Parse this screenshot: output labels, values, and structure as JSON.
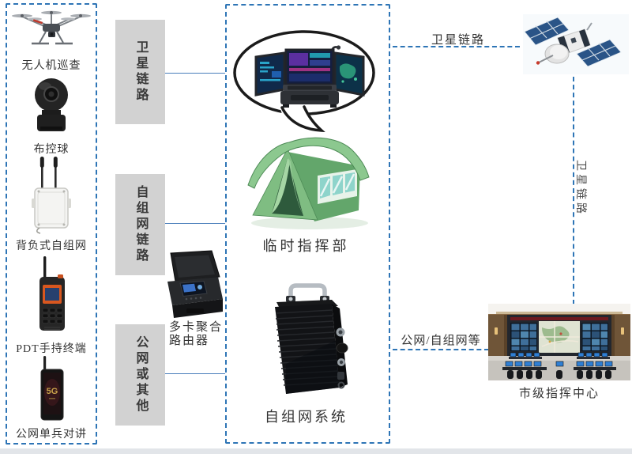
{
  "diagram": {
    "left_devices": [
      {
        "label": "无人机巡查"
      },
      {
        "label": "布控球"
      },
      {
        "label": "背负式自组网"
      },
      {
        "label": "PDT手持终端"
      },
      {
        "label": "公网单兵对讲"
      }
    ],
    "link_columns": [
      {
        "label": "卫星链路"
      },
      {
        "label": "自组网链路"
      },
      {
        "label": "公网或其他"
      }
    ],
    "center": {
      "tent_label": "临时指挥部",
      "manet_label": "自组网系统"
    },
    "router": {
      "line1": "多卡聚合",
      "line2": "路由器"
    },
    "connections": {
      "satellite_top_label": "卫星链路",
      "satellite_right_label": "卫星链路",
      "public_net_label": "公网/自组网等"
    },
    "right": {
      "command_center_label": "市级指挥中心"
    },
    "device_text": {
      "phone_5g": "5G"
    },
    "colors": {
      "dash_blue": "#2e75b6",
      "line_blue": "#4a7ebb",
      "box_gray": "#d2d2d2",
      "label_dark": "#3a3a3a",
      "tent_green": "#7fbd82",
      "panel_navy": "#2a5487"
    }
  }
}
